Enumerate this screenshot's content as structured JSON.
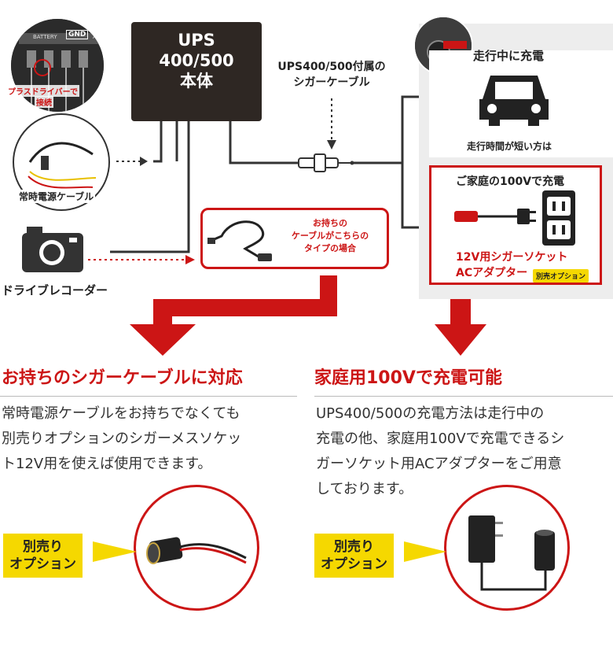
{
  "ups": {
    "title_line1": "UPS",
    "title_line2": "400/500",
    "title_line3": "本体"
  },
  "terminal_photo": {
    "label_battery": "BATTERY",
    "label_gnd": "GND",
    "label_acc": "ACC",
    "caption_line1": "プラスドライバーで",
    "caption_line2": "接続"
  },
  "cable_labels": {
    "constant_power": "常時電源ケーブル",
    "cigar_cable_line1": "UPS400/500付属の",
    "cigar_cable_line2": "シガーケーブル"
  },
  "dashcam": {
    "label": "ドライブレコーダー"
  },
  "bubble": {
    "line1": "お持ちの",
    "line2": "ケーブルがこちらの",
    "line3": "タイプの場合"
  },
  "car_charge": {
    "title": "走行中に充電",
    "note": "走行時間が短い方は"
  },
  "home_charge": {
    "title": "ご家庭の100Vで充電",
    "product_line1": "12V用シガーソケット",
    "product_line2": "ACアダプター",
    "badge": "別売オプション"
  },
  "left_section": {
    "heading": "お持ちのシガーケーブルに対応",
    "body_lines": [
      "常時電源ケーブルをお持ちでなくても",
      "別売りオプションのシガーメスソケッ",
      "ト12V用を使えば使用できます。"
    ],
    "option_line1": "別売り",
    "option_line2": "オプション"
  },
  "right_section": {
    "heading": "家庭用100Vで充電可能",
    "body_lines": [
      "UPS400/500の充電方法は走行中の",
      "充電の他、家庭用100Vで充電できるシ",
      "ガーソケット用ACアダプターをご用意",
      "しております。"
    ],
    "option_line1": "別売り",
    "option_line2": "オプション"
  },
  "colors": {
    "accent_red": "#cc1515",
    "option_yellow": "#f5d800",
    "ups_box": "#2e2723",
    "panel_gray": "#ededed"
  }
}
